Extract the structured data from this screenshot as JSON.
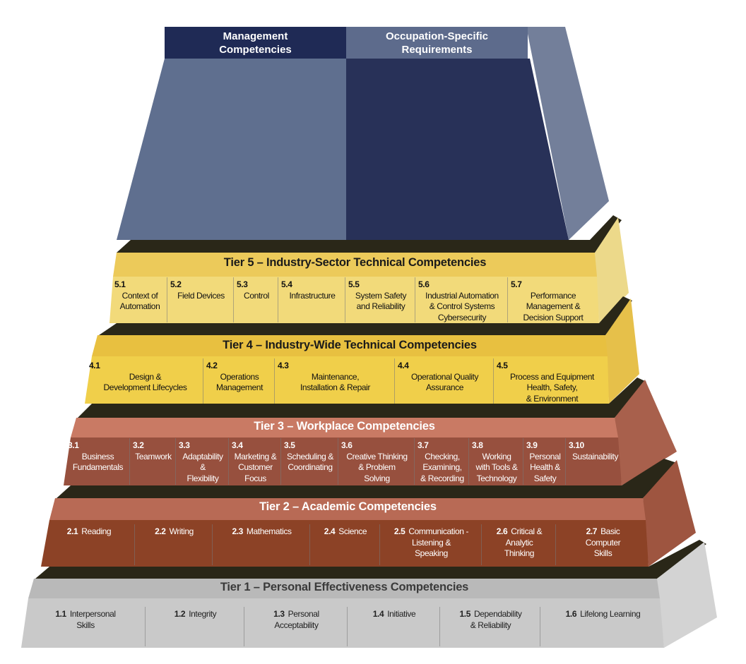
{
  "top": {
    "management": "Management\nCompetencies",
    "occupation": "Occupation-Specific\nRequirements"
  },
  "colors": {
    "dark_shelf": "#2a2718",
    "management_header": "#1f2a55",
    "occupation_header": "#5d6b8c",
    "tier5": "#ecca5a",
    "tier4": "#e8c040",
    "tier3": "#c97a64",
    "tier2": "#b86a55",
    "tier1": "#b9b9b9"
  },
  "tiers": [
    {
      "title": "Tier 5 – Industry-Sector Technical Competencies",
      "items": [
        {
          "num": "5.1",
          "text": "Context of\nAutomation"
        },
        {
          "num": "5.2",
          "text": "Field Devices"
        },
        {
          "num": "5.3",
          "text": "Control"
        },
        {
          "num": "5.4",
          "text": "Infrastructure"
        },
        {
          "num": "5.5",
          "text": "System Safety\nand Reliability"
        },
        {
          "num": "5.6",
          "text": "Industrial Automation\n& Control Systems\nCybersecurity"
        },
        {
          "num": "5.7",
          "text": "Performance\nManagement &\nDecision Support"
        }
      ]
    },
    {
      "title": "Tier 4 – Industry-Wide Technical Competencies",
      "items": [
        {
          "num": "4.1",
          "text": "Design &\nDevelopment Lifecycles"
        },
        {
          "num": "4.2",
          "text": "Operations\nManagement"
        },
        {
          "num": "4.3",
          "text": "Maintenance,\nInstallation & Repair"
        },
        {
          "num": "4.4",
          "text": "Operational Quality\nAssurance"
        },
        {
          "num": "4.5",
          "text": "Process and Equipment\nHealth, Safety,\n& Environment"
        }
      ]
    },
    {
      "title": "Tier 3 – Workplace Competencies",
      "items": [
        {
          "num": "3.1",
          "text": "Business\nFundamentals"
        },
        {
          "num": "3.2",
          "text": "Teamwork"
        },
        {
          "num": "3.3",
          "text": "Adaptability\n&\nFlexibility"
        },
        {
          "num": "3.4",
          "text": "Marketing &\nCustomer\nFocus"
        },
        {
          "num": "3.5",
          "text": "Scheduling &\nCoordinating"
        },
        {
          "num": "3.6",
          "text": "Creative Thinking\n& Problem\nSolving"
        },
        {
          "num": "3.7",
          "text": "Checking,\nExamining,\n& Recording"
        },
        {
          "num": "3.8",
          "text": "Working\nwith Tools &\nTechnology"
        },
        {
          "num": "3.9",
          "text": "Personal\nHealth &\nSafety"
        },
        {
          "num": "3.10",
          "text": "Sustainability"
        }
      ]
    },
    {
      "title": "Tier 2 – Academic Competencies",
      "items": [
        {
          "num": "2.1",
          "text": "Reading"
        },
        {
          "num": "2.2",
          "text": "Writing"
        },
        {
          "num": "2.3",
          "text": "Mathematics"
        },
        {
          "num": "2.4",
          "text": "Science"
        },
        {
          "num": "2.5",
          "text": "Communication -\nListening &\nSpeaking"
        },
        {
          "num": "2.6",
          "text": "Critical &\nAnalytic\nThinking"
        },
        {
          "num": "2.7",
          "text": "Basic\nComputer\nSkills"
        }
      ]
    },
    {
      "title": "Tier 1 – Personal Effectiveness Competencies",
      "items": [
        {
          "num": "1.1",
          "text": "Interpersonal\nSkills"
        },
        {
          "num": "1.2",
          "text": "Integrity"
        },
        {
          "num": "1.3",
          "text": "Personal\nAcceptability"
        },
        {
          "num": "1.4",
          "text": "Initiative"
        },
        {
          "num": "1.5",
          "text": "Dependability\n& Reliability"
        },
        {
          "num": "1.6",
          "text": "Lifelong Learning"
        }
      ]
    }
  ]
}
